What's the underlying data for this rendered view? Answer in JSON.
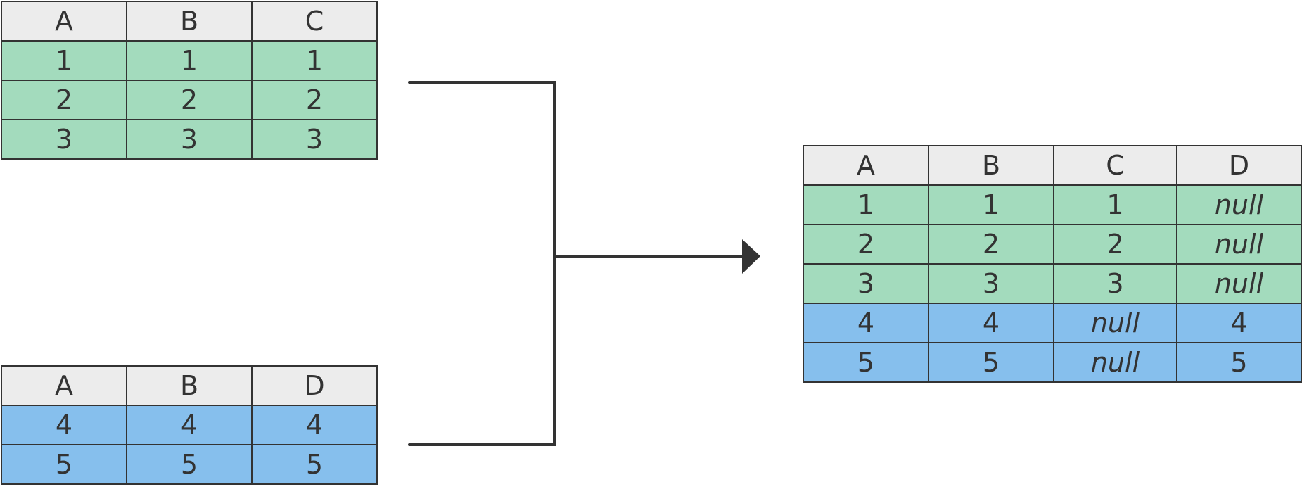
{
  "colors": {
    "header_bg": "#ececec",
    "green_row": "#a3dbbd",
    "blue_row": "#86bfed",
    "border": "#333333",
    "text": "#333333"
  },
  "table_top": {
    "headers": [
      "A",
      "B",
      "C"
    ],
    "rows": [
      {
        "color": "green",
        "cells": [
          "1",
          "1",
          "1"
        ]
      },
      {
        "color": "green",
        "cells": [
          "2",
          "2",
          "2"
        ]
      },
      {
        "color": "green",
        "cells": [
          "3",
          "3",
          "3"
        ]
      }
    ]
  },
  "table_bottom": {
    "headers": [
      "A",
      "B",
      "D"
    ],
    "rows": [
      {
        "color": "blue",
        "cells": [
          "4",
          "4",
          "4"
        ]
      },
      {
        "color": "blue",
        "cells": [
          "5",
          "5",
          "5"
        ]
      }
    ]
  },
  "table_result": {
    "headers": [
      "A",
      "B",
      "C",
      "D"
    ],
    "rows": [
      {
        "color": "green",
        "cells": [
          "1",
          "1",
          "1",
          "null"
        ]
      },
      {
        "color": "green",
        "cells": [
          "2",
          "2",
          "2",
          "null"
        ]
      },
      {
        "color": "green",
        "cells": [
          "3",
          "3",
          "3",
          "null"
        ]
      },
      {
        "color": "blue",
        "cells": [
          "4",
          "4",
          "null",
          "4"
        ]
      },
      {
        "color": "blue",
        "cells": [
          "5",
          "5",
          "null",
          "5"
        ]
      }
    ]
  },
  "null_token": "null"
}
